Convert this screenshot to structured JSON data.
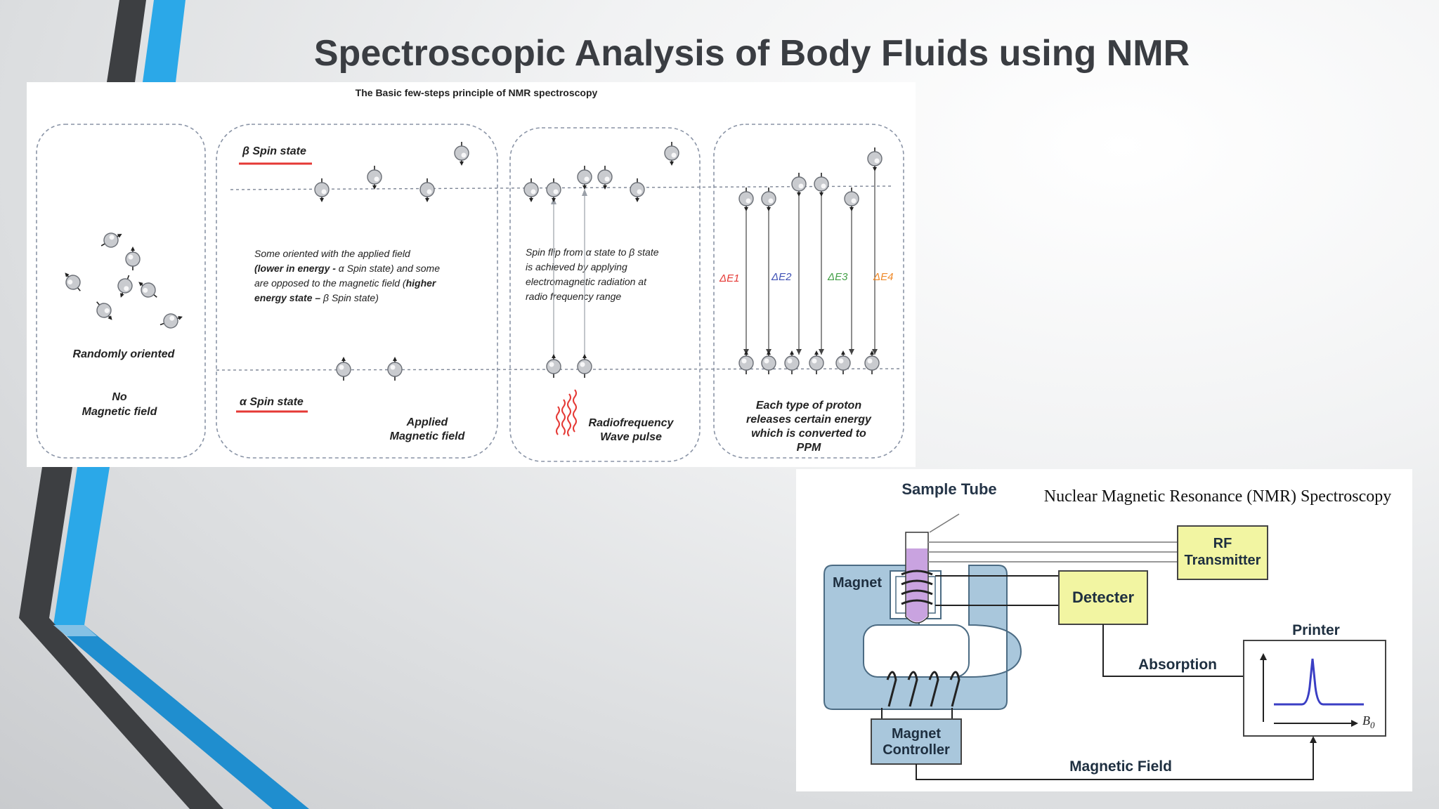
{
  "slide": {
    "title": "Spectroscopic Analysis of Body Fluids using NMR"
  },
  "principle_diagram": {
    "heading": "The Basic few-steps principle of NMR spectroscopy",
    "panel1": {
      "random_label": "Randomly oriented",
      "no_field_line1": "No",
      "no_field_line2": "Magnetic field"
    },
    "panel2": {
      "beta_label": "β Spin state",
      "alpha_label": "α Spin state",
      "desc_line1": "Some oriented with the applied field",
      "desc_line2_bold": "(lower in energy -",
      "desc_line2_rest": " α Spin state) and some",
      "desc_line3_a": "are opposed to the magnetic field (",
      "desc_line3_bold": "higher",
      "desc_line4_bold": "energy state –",
      "desc_line4_rest": " β Spin state)",
      "applied_line1": "Applied",
      "applied_line2": "Magnetic field"
    },
    "panel3": {
      "desc_line1": "Spin flip from α state to β state",
      "desc_line2": "is achieved by applying",
      "desc_line3": "electromagnetic radiation at",
      "desc_line4": "radio frequency range",
      "rf_line1": "Radiofrequency",
      "rf_line2": "Wave pulse"
    },
    "panel4": {
      "energy_labels": [
        {
          "text": "ΔE1",
          "color": "#e53935"
        },
        {
          "text": "ΔE2",
          "color": "#3f51b5"
        },
        {
          "text": "ΔE3",
          "color": "#43a047"
        },
        {
          "text": "ΔE4",
          "color": "#ef8a2a"
        }
      ],
      "desc_line1": "Each type of proton",
      "desc_line2": "releases certain energy",
      "desc_line3": "which is converted to",
      "desc_line4": "PPM"
    }
  },
  "apparatus_diagram": {
    "title": "Nuclear Magnetic Resonance (NMR) Spectroscopy",
    "sample_tube_label": "Sample Tube",
    "magnet_label": "Magnet",
    "rf_line1": "RF",
    "rf_line2": "Transmitter",
    "detector_label": "Detecter",
    "printer_label": "Printer",
    "absorption_label": "Absorption",
    "controller_line1": "Magnet",
    "controller_line2": "Controller",
    "magnetic_field_label": "Magnetic Field",
    "axis_label": "B",
    "axis_subscript": "0"
  },
  "colors": {
    "red_rule": "#e53935",
    "arrow_orange": "#f39a6b",
    "magnet_fill": "#a9c7dc",
    "box_yellow": "#f2f5a2",
    "sample_purple": "#c9a3e0",
    "peak_blue": "#3a3ec4",
    "stripe_blue": "#2ba8e8",
    "stripe_dark": "#3d3f42"
  }
}
